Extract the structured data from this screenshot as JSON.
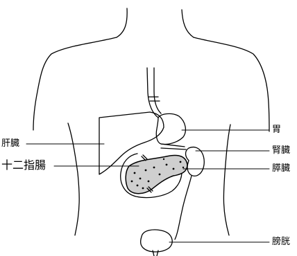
{
  "diagram": {
    "labels": {
      "liver": "肝臓",
      "duodenum": "十二指腸",
      "stomach": "胃",
      "kidney": "腎臓",
      "pancreas": "膵臓",
      "bladder": "膀胱"
    },
    "colors": {
      "ink": "#000000",
      "paper": "#ffffff",
      "pancreas_fill": "#cfcfcf"
    }
  }
}
